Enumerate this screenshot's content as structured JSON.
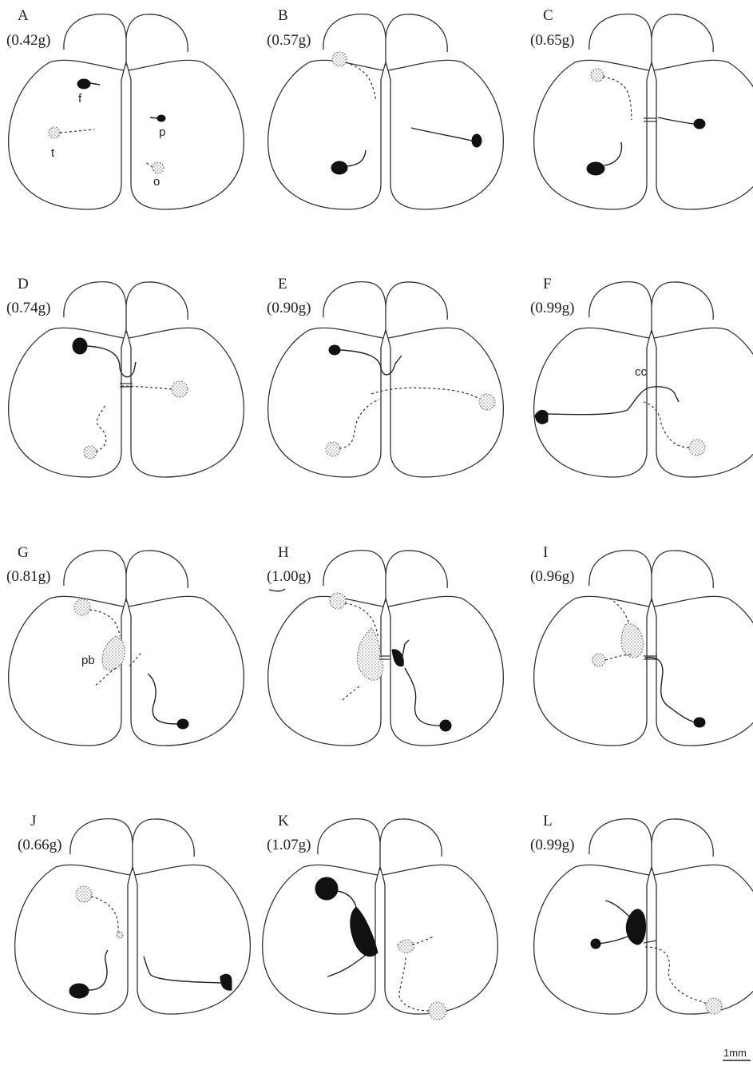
{
  "panels": [
    {
      "letter": "A",
      "weight": "(0.42g)"
    },
    {
      "letter": "B",
      "weight": "(0.57g)"
    },
    {
      "letter": "C",
      "weight": "(0.65g)"
    },
    {
      "letter": "D",
      "weight": "(0.74g)"
    },
    {
      "letter": "E",
      "weight": "(0.90g)"
    },
    {
      "letter": "F",
      "weight": "(0.99g)"
    },
    {
      "letter": "G",
      "weight": "(0.81g)"
    },
    {
      "letter": "H",
      "weight": "(1.00g)"
    },
    {
      "letter": "I",
      "weight": "(0.96g)"
    },
    {
      "letter": "J",
      "weight": "(0.66g)"
    },
    {
      "letter": "K",
      "weight": "(1.07g)"
    },
    {
      "letter": "L",
      "weight": "(0.99g)"
    }
  ],
  "annotations": {
    "f": "f",
    "p": "p",
    "t": "t",
    "o": "o",
    "cc": "cc",
    "pb": "pb"
  },
  "scale_bar": {
    "label": "1mm"
  }
}
